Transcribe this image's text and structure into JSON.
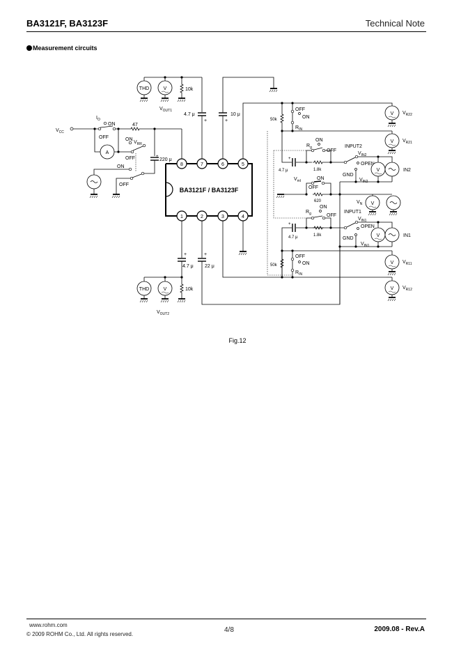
{
  "header": {
    "title": "BA3121F, BA3123F",
    "doc_type": "Technical Note"
  },
  "section": {
    "title": "Measurement circuits"
  },
  "figure": {
    "caption": "Fig.12",
    "ic_label": "BA3121F / BA3123F",
    "pins": [
      "1",
      "2",
      "3",
      "4",
      "5",
      "6",
      "7",
      "8"
    ],
    "meters": {
      "thd": "THD",
      "voltmeter": "V",
      "ammeter": "A",
      "signal_source": "~"
    },
    "labels": {
      "vcc": "V",
      "vcc_sub": "CC",
      "io": "I",
      "io_sub": "O",
      "on": "ON",
      "off": "OFF",
      "open": "OPEN",
      "gnd": "GND",
      "vrr": "V",
      "vrr_sub": "RR",
      "vout1": "V",
      "vout1_sub": "OUT1",
      "vout2": "V",
      "vout2_sub": "OUT2",
      "vr22": "V",
      "vr22_sub": "R22",
      "vr21": "V",
      "vr21_sub": "R21",
      "vr11": "V",
      "vr11_sub": "R11",
      "vr12": "V",
      "vr12_sub": "R12",
      "rin": "R",
      "rin_sub": "IN",
      "rg": "R",
      "rg_sub": "g",
      "vm": "V",
      "vm_sub": "ml",
      "vn": "V",
      "vn_sub": "N",
      "vin2": "V",
      "vin2_sub": "IN2",
      "vin1": "V",
      "vin1_sub": "IN1",
      "input2": "INPUT2",
      "input1": "INPUT1",
      "in2": "IN2",
      "in1": "IN1"
    },
    "components": {
      "r_47": "47",
      "r_10k": "10k",
      "r_50k": "50k",
      "r_1_8k": "1.8k",
      "r_620": "620",
      "c_4_7u": "4.7 μ",
      "c_10u": "10 μ",
      "c_220u": "220 μ",
      "c_22u": "22 μ",
      "plus": "+"
    }
  },
  "footer": {
    "url": "www.rohm.com",
    "copyright": "© 2009 ROHM Co., Ltd. All rights reserved.",
    "page": "4/8",
    "revision": "2009.08  -  Rev.A"
  }
}
